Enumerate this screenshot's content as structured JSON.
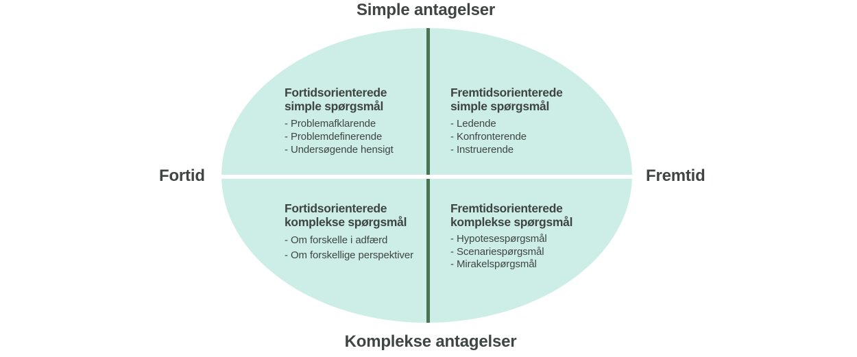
{
  "diagram": {
    "axis_labels": {
      "top": "Simple antagelser",
      "bottom": "Komplekse antagelser",
      "left": "Fortid",
      "right": "Fremtid"
    },
    "bullet_prefix": "-",
    "quadrants": [
      {
        "position": "top-left",
        "heading_line1": "Fortidsorienterede",
        "heading_line2": "simple spørgsmål",
        "items": [
          "Problemafklarende",
          "Problemdefinerende",
          "Undersøgende hensigt"
        ]
      },
      {
        "position": "top-right",
        "heading_line1": "Fremtidsorienterede",
        "heading_line2": "simple spørgsmål",
        "items": [
          "Ledende",
          "Konfronterende",
          "Instruerende"
        ]
      },
      {
        "position": "bottom-left",
        "heading_line1": "Fortidsorienterede",
        "heading_line2": "komplekse spørgsmål",
        "items": [
          "Om forskelle i adfærd",
          "Om forskellige perspektiver"
        ]
      },
      {
        "position": "bottom-right",
        "heading_line1": "Fremtidsorienterede",
        "heading_line2": "komplekse spørgsmål",
        "items": [
          "Hypotesespørgsmål",
          "Scenariespørgsmål",
          "Mirakelspørgsmål"
        ]
      }
    ],
    "colors": {
      "background": "#FFFFFF",
      "ellipse_fill": "#CDEEE6",
      "divider_green": "#4A7452",
      "divider_white": "#FFFFFF",
      "text": "#3E4543"
    }
  }
}
